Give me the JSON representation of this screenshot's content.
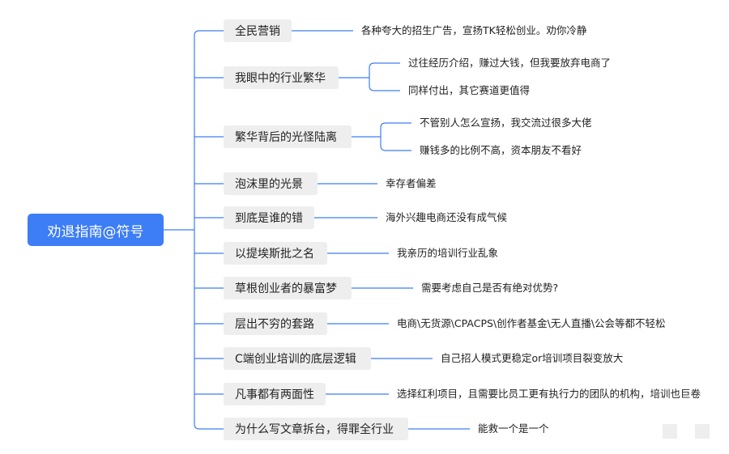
{
  "root": {
    "label": "劝退指南@符号"
  },
  "branches": [
    {
      "label": "全民营销",
      "children": [
        "各种夸大的招生广告，宣扬TK轻松创业。劝你冷静"
      ]
    },
    {
      "label": "我眼中的行业繁华",
      "children": [
        "过往经历介绍，赚过大钱，但我要放弃电商了",
        "同样付出，其它赛道更值得"
      ]
    },
    {
      "label": "繁华背后的光怪陆离",
      "children": [
        "不管别人怎么宣扬，我交流过很多大佬",
        "赚钱多的比例不高，资本朋友不看好"
      ]
    },
    {
      "label": "泡沫里的光景",
      "children": [
        "幸存者偏差"
      ]
    },
    {
      "label": "到底是谁的错",
      "children": [
        "海外兴趣电商还没有成气候"
      ]
    },
    {
      "label": "以提埃斯批之名",
      "children": [
        "我亲历的培训行业乱象"
      ]
    },
    {
      "label": "草根创业者的暴富梦",
      "children": [
        "需要考虑自己是否有绝对优势?"
      ]
    },
    {
      "label": "层出不穷的套路",
      "children": [
        "电商\\无货源\\CPACPS\\创作者基金\\无人直播\\公会等都不轻松"
      ]
    },
    {
      "label": "C端创业培训的底层逻辑",
      "children": [
        "自己招人模式更稳定or培训项目裂变放大"
      ]
    },
    {
      "label": "凡事都有两面性",
      "children": [
        "选择红利项目，且需要比员工更有执行力的团队的机构，培训也巨卷"
      ]
    },
    {
      "label": "为什么写文章拆台，得罪全行业",
      "children": [
        "能救一个是一个"
      ]
    }
  ],
  "colors": {
    "root": "#3d7df5",
    "branch_bg": "#eeeeee",
    "connector": "#3d7df5",
    "text": "#222222"
  }
}
